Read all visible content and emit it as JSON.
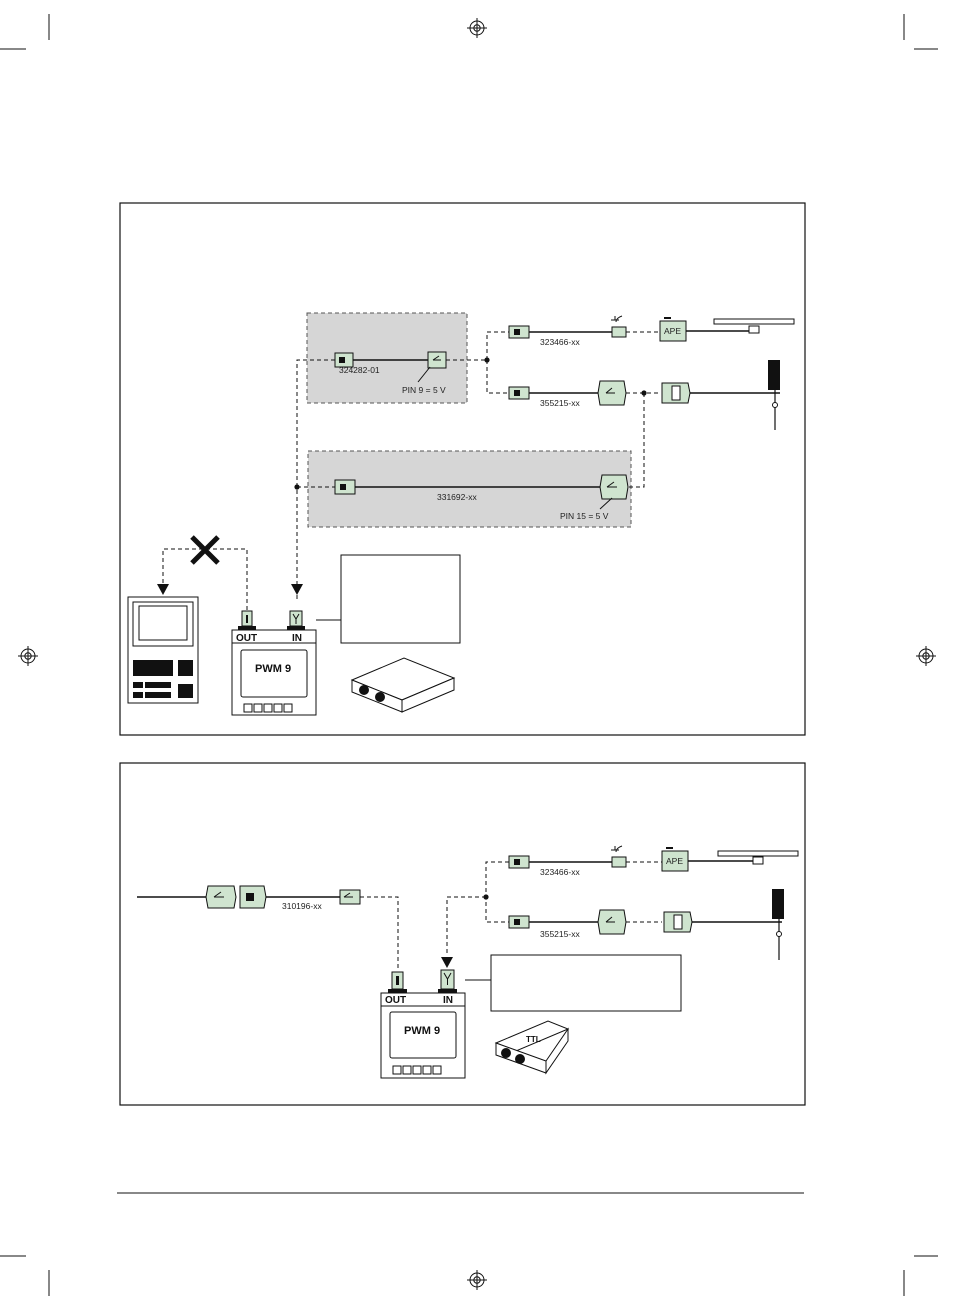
{
  "colors": {
    "connector_fill": "#cfe4cf",
    "adapter_bg": "#d6d6d6",
    "line": "#111111"
  },
  "diagram1": {
    "adapter_cable": {
      "part": "324282-01",
      "pin_note": "PIN 9 = 5 V"
    },
    "branch_top": {
      "part": "323466-xx",
      "device": "APE"
    },
    "branch_bottom": {
      "part": "355215-xx"
    },
    "extension_cable": {
      "part": "331692-xx",
      "pin_note": "PIN 15 = 5 V"
    },
    "tester": {
      "name": "PWM 9",
      "out_label": "OUT",
      "in_label": "IN"
    },
    "note_box_text": "",
    "disallowed_icon": "cross-icon"
  },
  "diagram2": {
    "input_cable": {
      "part": "310196-xx"
    },
    "branch_top": {
      "part": "323466-xx",
      "device": "APE"
    },
    "branch_bottom": {
      "part": "355215-xx"
    },
    "tester": {
      "name": "PWM 9",
      "out_label": "OUT",
      "in_label": "IN"
    },
    "interface_box": {
      "label": "TTL"
    },
    "note_box_text": ""
  }
}
